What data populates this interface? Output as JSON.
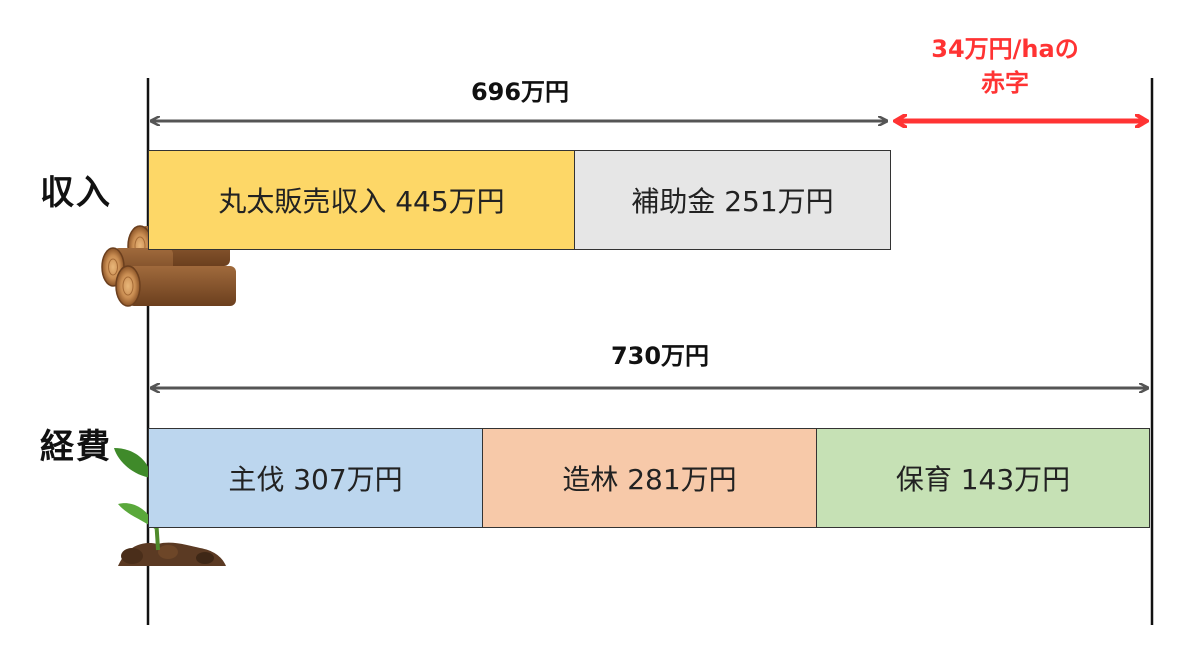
{
  "colors": {
    "log_sales": "#fdd767",
    "subsidy": "#e6e6e6",
    "harvest": "#bcd6ee",
    "planting": "#f7c9a9",
    "tending": "#c6e1b5",
    "deficit": "#ff3333",
    "axis": "#111111",
    "arrow": "#555555"
  },
  "income": {
    "row_label": "収入",
    "total_label": "696万円",
    "total_value": 696,
    "segments": [
      {
        "label": "丸太販売収入 445万円",
        "value": 445,
        "color_key": "log_sales"
      },
      {
        "label": "補助金 251万円",
        "value": 251,
        "color_key": "subsidy"
      }
    ],
    "icon": "log-pile-icon"
  },
  "expense": {
    "row_label": "経費",
    "total_label": "730万円",
    "total_value": 730,
    "segments": [
      {
        "label": "主伐 307万円",
        "value": 307,
        "color_key": "harvest"
      },
      {
        "label": "造林 281万円",
        "value": 281,
        "color_key": "planting"
      },
      {
        "label": "保育 143万円",
        "value": 143,
        "color_key": "tending"
      }
    ],
    "icon": "seedling-icon"
  },
  "deficit": {
    "line1": "34万円/haの",
    "line2": "赤字",
    "value": 34
  }
}
